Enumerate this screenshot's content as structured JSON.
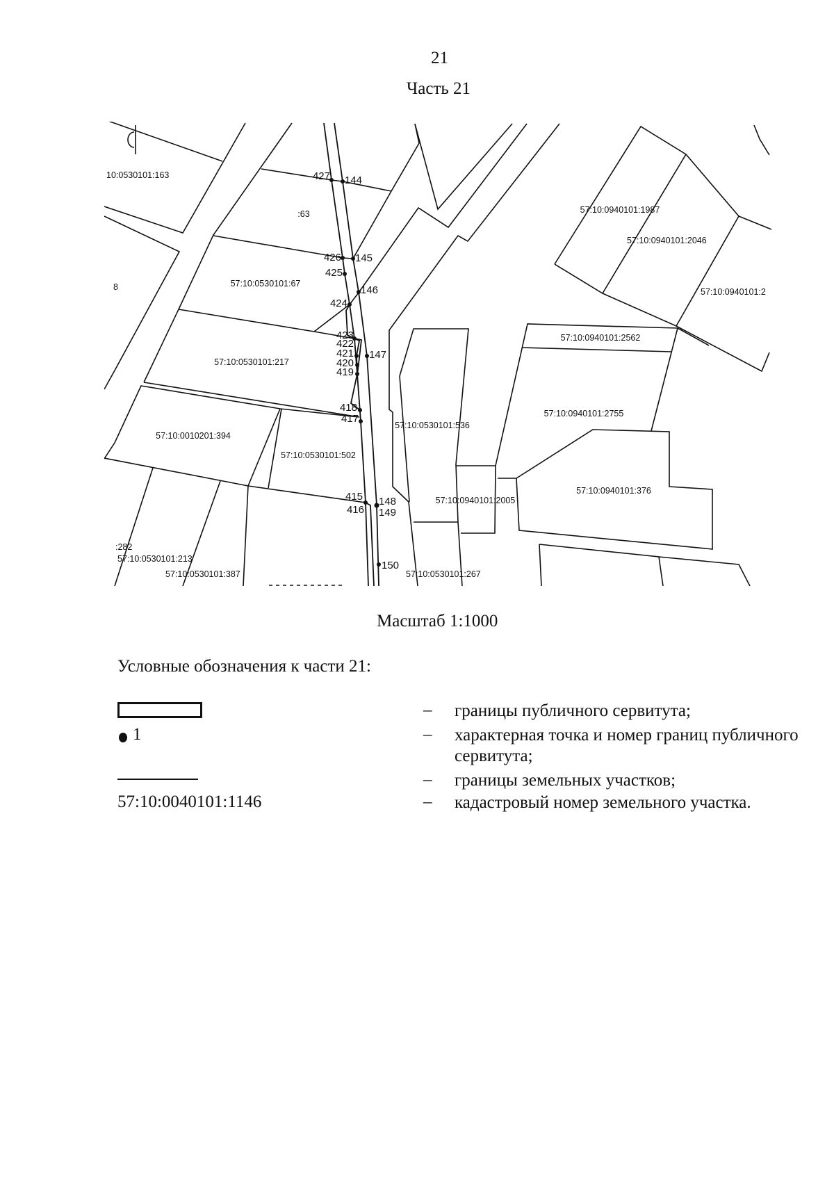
{
  "header": {
    "page_number": "21",
    "part_title": "Часть 21"
  },
  "map": {
    "parcels": [
      "10:0530101:163",
      ":63",
      "57:10:0530101:67",
      "8",
      "57:10:0530101:217",
      "57:10:0010201:394",
      "57:10:0530101:502",
      "57:10:0530101:536",
      "57:10:0940101:1987",
      "57:10:0940101:2046",
      "57:10:0940101:2",
      "57:10:0940101:2562",
      "57:10:0940101:2755",
      "57:10:0940101:2005",
      "57:10:0940101:376",
      ":282",
      "57:10:0530101:213",
      "57:10:0530101:387",
      "57:10:0530101:267"
    ],
    "points": [
      "427",
      "144",
      "426",
      "145",
      "425",
      "146",
      "424",
      "423",
      "422",
      "421",
      "147",
      "420",
      "419",
      "418",
      "417",
      "415",
      "416",
      "148",
      "149",
      "150"
    ]
  },
  "scale": "Масштаб 1:1000",
  "legend": {
    "title": "Условные обозначения к части 21:",
    "dash": "–",
    "items": [
      {
        "symbol": "servitude-boundary-rect",
        "label": "",
        "description": "границы публичного сервитута;"
      },
      {
        "symbol": "point-dot",
        "label": "1",
        "description": "характерная точка и номер границ публичного сервитута;"
      },
      {
        "symbol": "parcel-line",
        "label": "",
        "description": "границы земельных участков;"
      },
      {
        "symbol": "cadastral-number",
        "label": "57:10:0040101:1146",
        "description": "кадастровый номер земельного участка."
      }
    ]
  }
}
